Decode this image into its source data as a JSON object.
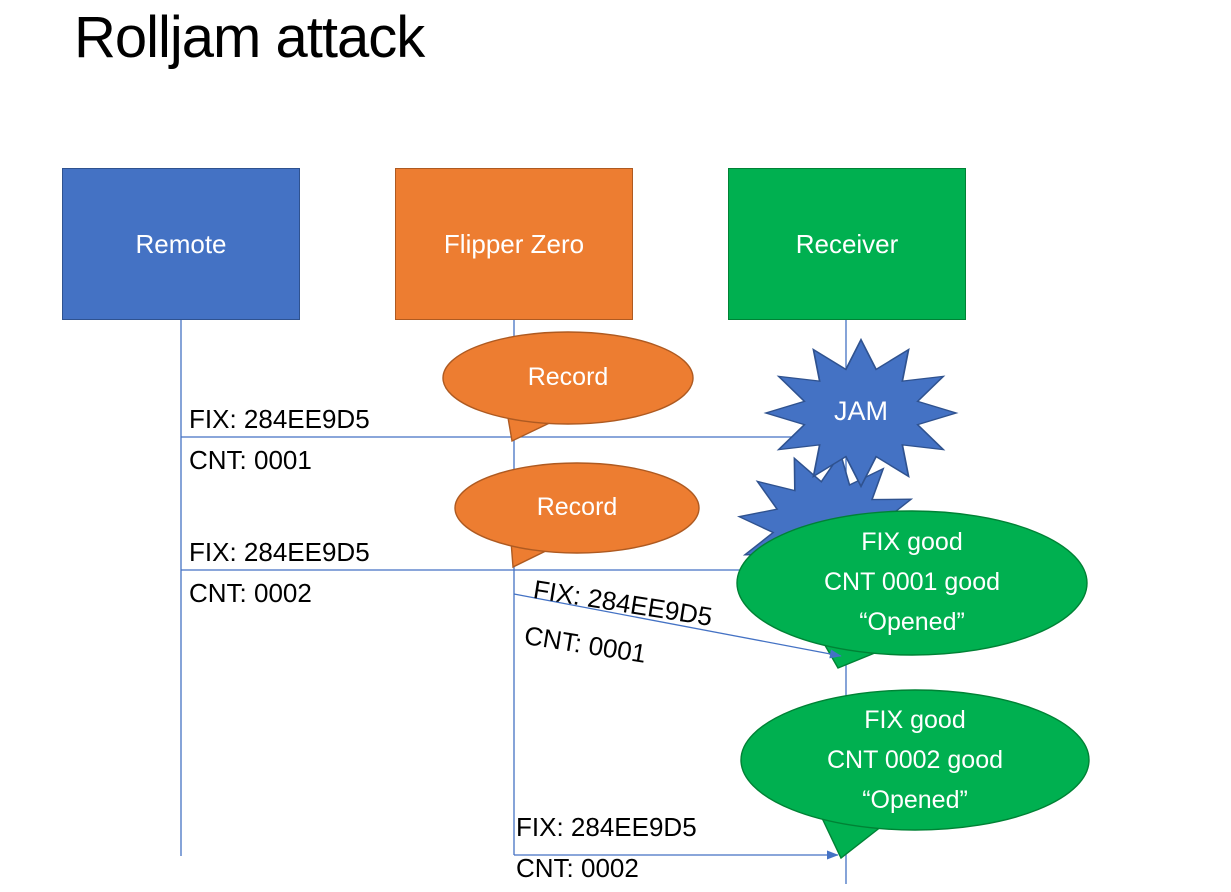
{
  "title": "Rolljam attack",
  "actors": [
    {
      "id": "remote",
      "label": "Remote"
    },
    {
      "id": "flipper",
      "label": "Flipper Zero"
    },
    {
      "id": "receiver",
      "label": "Receiver"
    }
  ],
  "messages": {
    "msg1": {
      "fix": "FIX: 284EE9D5",
      "cnt": "CNT: 0001"
    },
    "msg2": {
      "fix": "FIX: 284EE9D5",
      "cnt": "CNT: 0002"
    },
    "replay1": {
      "fix": "FIX: 284EE9D5",
      "cnt": "CNT: 0001"
    },
    "replay2": {
      "fix": "FIX: 284EE9D5",
      "cnt": "CNT: 0002"
    }
  },
  "callouts": {
    "record1": "Record",
    "record2": "Record",
    "jam": "JAM",
    "opened1": [
      "FIX good",
      "CNT 0001 good",
      "“Opened”"
    ],
    "opened2": [
      "FIX good",
      "CNT 0002 good",
      "“Opened”"
    ]
  },
  "colors": {
    "remote_blue": "#4472C4",
    "remote_blue_border": "#2F528F",
    "flipper_orange": "#ED7D31",
    "flipper_orange_border": "#AE5A21",
    "receiver_green": "#00B050",
    "receiver_green_border": "#008235",
    "connector_blue": "#4472C4"
  }
}
